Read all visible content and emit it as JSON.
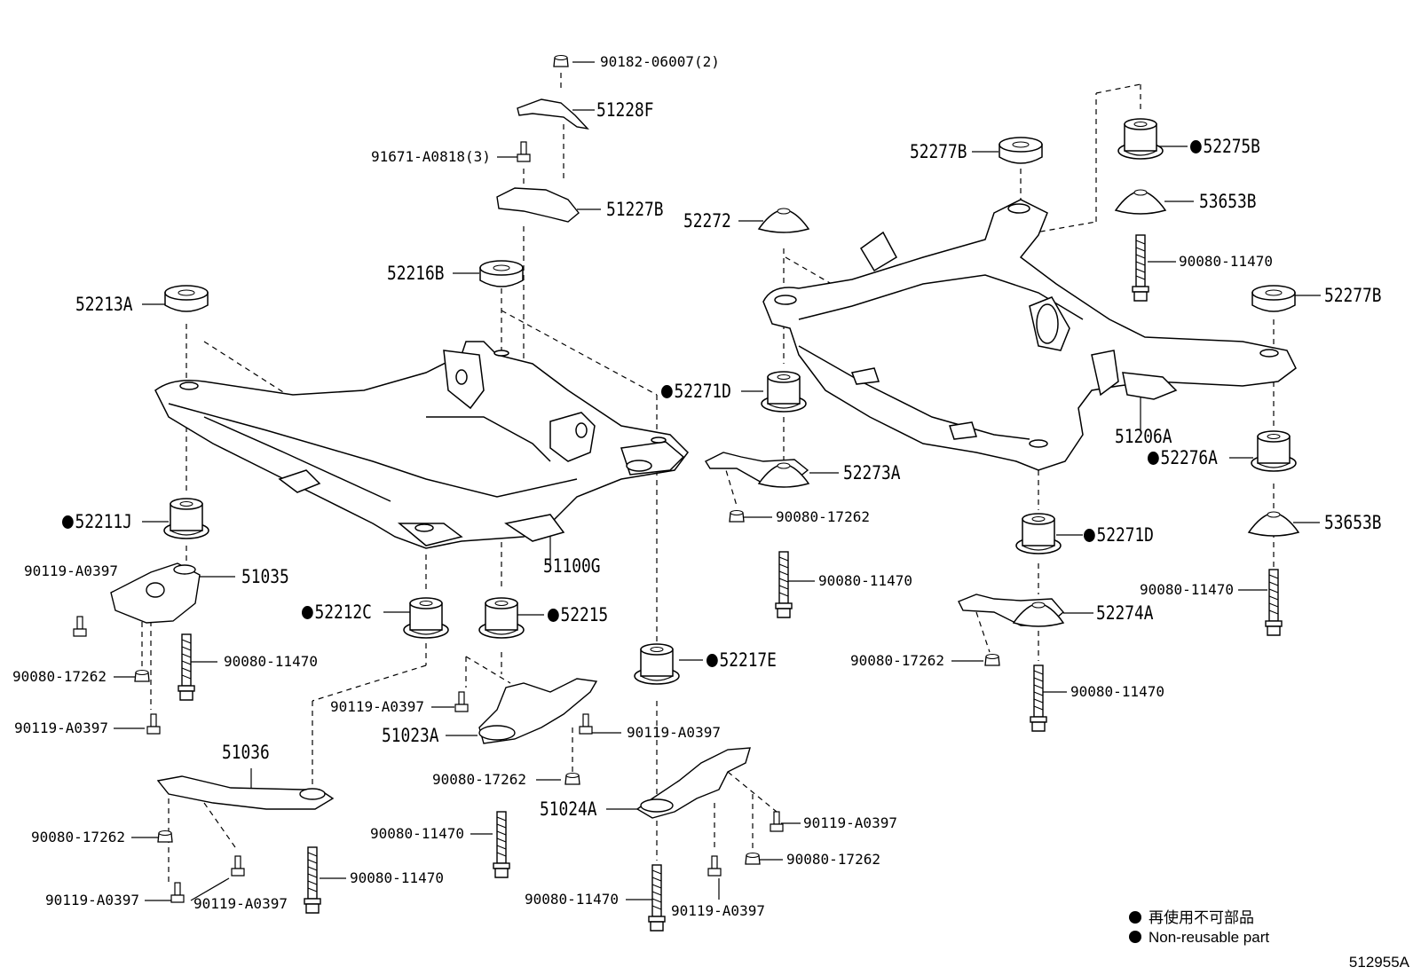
{
  "legend": {
    "jp": "再使用不可部品",
    "en": "Non-reusable part"
  },
  "ref": "512955A",
  "parts": {
    "p90182": "90182-06007(2)",
    "p51228F": "51228F",
    "p91671": "91671-A0818(3)",
    "p51227B": "51227B",
    "p52216B": "52216B",
    "p52213A": "52213A",
    "p52211J": "52211J",
    "p51035": "51035",
    "p90119a": "90119-A0397",
    "p90080_17262a": "90080-17262",
    "p90080_11470a": "90080-11470",
    "p90119b": "90119-A0397",
    "p52212C": "52212C",
    "p52215": "52215",
    "p51100G": "51100G",
    "p90119c": "90119-A0397",
    "p51023A": "51023A",
    "p90119d": "90119-A0397",
    "p90080_17262b": "90080-17262",
    "p90080_11470b": "90080-11470",
    "p51036": "51036",
    "p90080_17262c": "90080-17262",
    "p90119e": "90119-A0397",
    "p90119f": "90119-A0397",
    "p90080_11470c": "90080-11470",
    "p52217E": "52217E",
    "p51024A": "51024A",
    "p90119g": "90119-A0397",
    "p90080_17262d": "90080-17262",
    "p90080_11470d": "90080-11470",
    "p90119h": "90119-A0397",
    "p52277Ba": "52277B",
    "p52272": "52272",
    "p52275B": "52275B",
    "p53653Ba": "53653B",
    "p90080_11470e": "90080-11470",
    "p52277Bb": "52277B",
    "p52271Da": "52271D",
    "p52273A": "52273A",
    "p90080_17262e": "90080-17262",
    "p90080_11470f": "90080-11470",
    "p51206A": "51206A",
    "p52276A": "52276A",
    "p53653Bb": "53653B",
    "p52271Db": "52271D",
    "p90080_11470g": "90080-11470",
    "p52274A": "52274A",
    "p90080_17262f": "90080-17262",
    "p90080_11470h": "90080-11470"
  }
}
